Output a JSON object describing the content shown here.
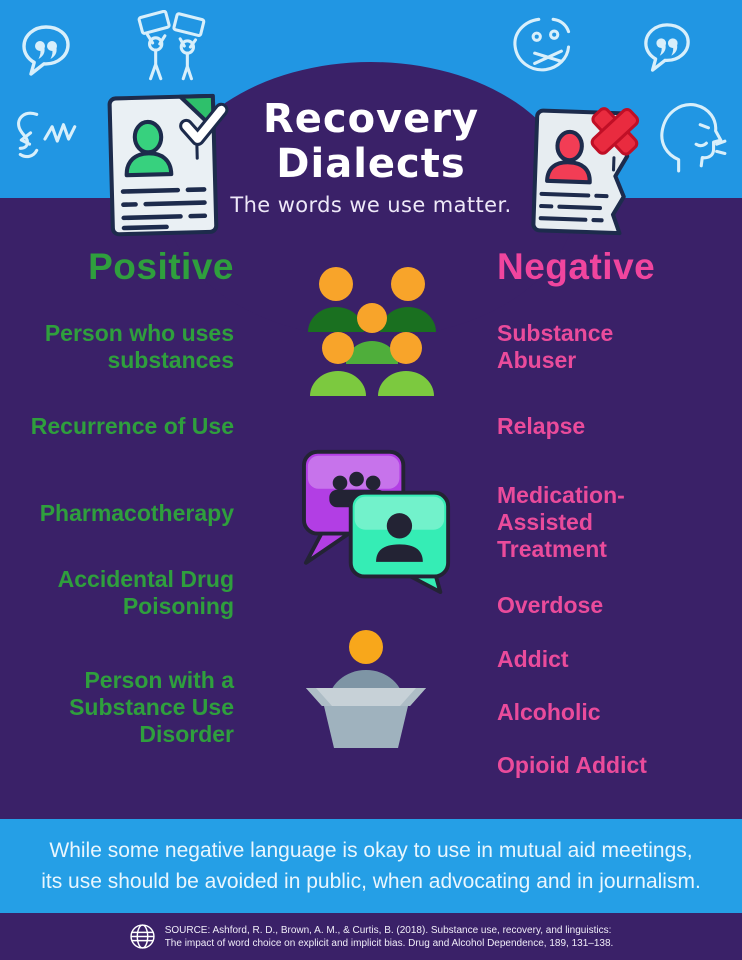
{
  "header": {
    "title_line1": "Recovery",
    "title_line2": "Dialects",
    "subtitle": "The words we use matter.",
    "decorative_icons": [
      "quote-bubble-icon",
      "protest-signs-icon",
      "muted-face-icon",
      "quote-bubble-icon",
      "speaking-scribble-icon",
      "talking-profile-icon"
    ],
    "document_icons": [
      "approved-profile-document-icon",
      "rejected-torn-document-icon"
    ]
  },
  "columns": {
    "positive": {
      "heading": "Positive",
      "items": [
        "Person who uses\nsubstances",
        "Recurrence of Use",
        "Pharmacotherapy",
        "Accidental Drug\nPoisoning",
        "Person with a\nSubstance Use\nDisorder"
      ]
    },
    "negative": {
      "heading": "Negative",
      "items": [
        "Substance\nAbuser",
        "Relapse",
        "Medication-\nAssisted\nTreatment",
        "Overdose",
        "Addict",
        "Alcoholic",
        "Opioid Addict"
      ]
    }
  },
  "center_icons": [
    "group-of-people-icon",
    "conversation-bubbles-icon",
    "speaker-podium-icon"
  ],
  "banner": {
    "line1": "While some negative language is okay to use in mutual aid meetings,",
    "line2": "its use should be avoided in public, when advocating and in journalism."
  },
  "footer": {
    "globe_icon": "globe-icon",
    "line1": "SOURCE: Ashford, R. D., Brown, A. M., & Curtis, B. (2018). Substance use, recovery, and linguistics:",
    "line2": "The impact of word choice on explicit and implicit bias. Drug and Alcohol Dependence, 189, 131–138."
  },
  "colors": {
    "sky_blue": "#2196e3",
    "banner_blue": "#259fe6",
    "purple": "#3a2168",
    "positive_green": "#2f9f3d",
    "negative_pink": "#ee4a9d",
    "head_orange": "#f8a42a"
  }
}
